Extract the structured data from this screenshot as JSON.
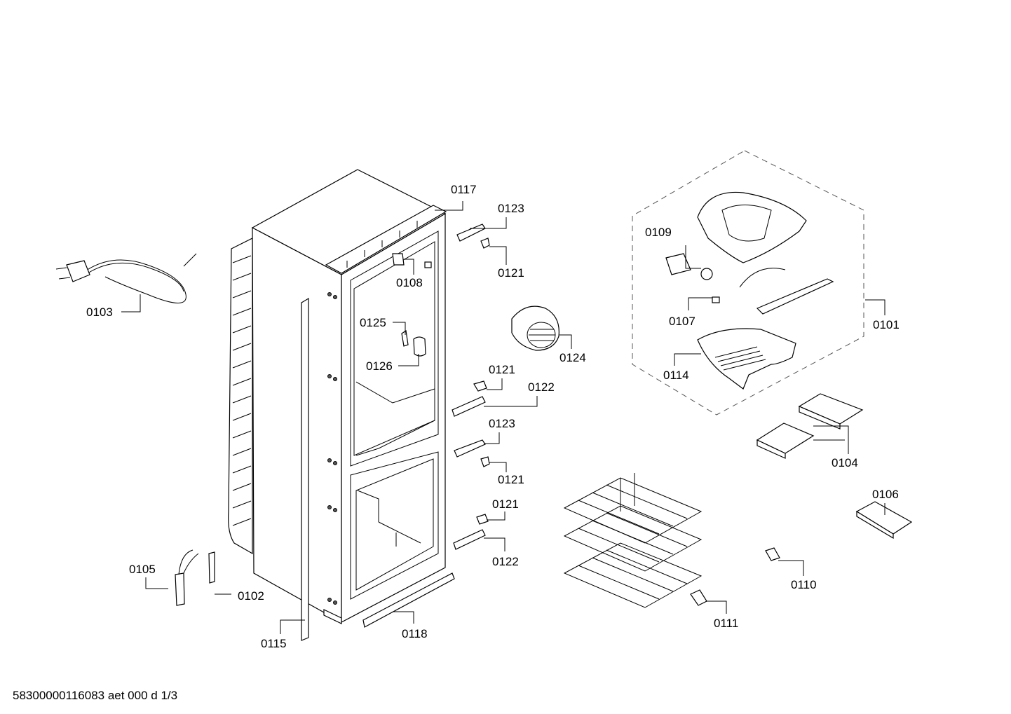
{
  "parts": {
    "p0101": "0101",
    "p0102": "0102",
    "p0103": "0103",
    "p0104": "0104",
    "p0105": "0105",
    "p0106": "0106",
    "p0107": "0107",
    "p0108": "0108",
    "p0109": "0109",
    "p0110": "0110",
    "p0111": "0111",
    "p0114": "0114",
    "p0115": "0115",
    "p0117": "0117",
    "p0118": "0118",
    "p0121a": "0121",
    "p0121b": "0121",
    "p0121c": "0121",
    "p0121d": "0121",
    "p0122a": "0122",
    "p0122b": "0122",
    "p0123a": "0123",
    "p0123b": "0123",
    "p0124": "0124",
    "p0125": "0125",
    "p0126": "0126"
  },
  "footer": "58300000116083 aet 000 d 1/3"
}
